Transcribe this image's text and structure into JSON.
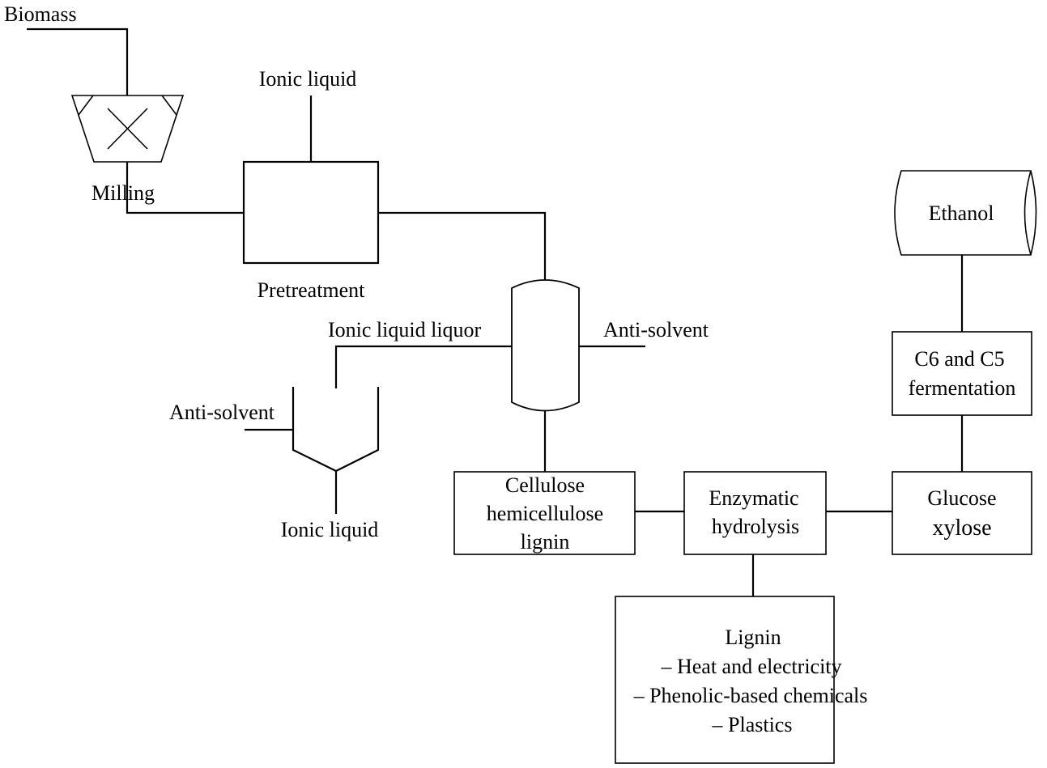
{
  "diagram": {
    "title": "Ionic liquid pretreatment biorefinery process",
    "streams": {
      "biomass": "Biomass",
      "ionic_liquid_in": "Ionic liquid",
      "ionic_liquid_liquor": "Ionic liquid liquor",
      "anti_solvent_right": "Anti-solvent",
      "anti_solvent_left": "Anti-solvent",
      "ionic_liquid_recovered": "Ionic liquid"
    },
    "units": {
      "milling": "Milling",
      "pretreatment": "Pretreatment",
      "ethanol": "Ethanol",
      "fermentation": [
        "C6 and C5",
        "fermentation"
      ],
      "solids": [
        "Cellulose",
        "hemicellulose",
        "lignin"
      ],
      "hydrolysis": [
        "Enzymatic",
        "hydrolysis"
      ],
      "sugars": [
        "Glucose",
        "xylose"
      ],
      "lignin_uses": [
        "Lignin",
        "– Heat and electricity",
        "– Phenolic-based chemicals",
        "– Plastics"
      ]
    }
  }
}
